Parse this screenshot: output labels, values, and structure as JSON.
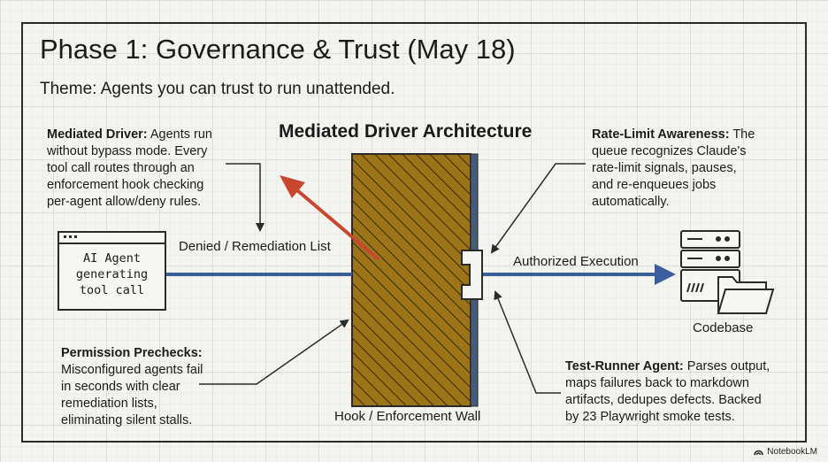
{
  "title": "Phase 1: Governance & Trust (May 18)",
  "theme": "Theme: Agents you can trust to run unattended.",
  "diagram_title": "Mediated Driver Architecture",
  "notes": {
    "mediated_driver": {
      "heading": "Mediated Driver:",
      "lines": [
        "Agents run",
        "without bypass mode. Every",
        "tool call routes through an",
        "enforcement hook checking",
        "per-agent allow/deny rules."
      ]
    },
    "rate_limit": {
      "heading": "Rate-Limit Awareness:",
      "lines": [
        "The",
        "queue recognizes Claude's",
        "rate-limit signals, pauses,",
        "and re-enqueues jobs",
        "automatically."
      ]
    },
    "prechecks": {
      "heading": "Permission Prechecks:",
      "lines": [
        "Misconfigured agents fail",
        "in seconds with clear",
        "remediation lists,",
        "eliminating silent stalls."
      ]
    },
    "test_runner": {
      "heading": "Test-Runner Agent:",
      "lines": [
        "Parses output,",
        "maps failures back to markdown",
        "artifacts, dedupes defects. Backed",
        "by 23 Playwright smoke tests."
      ]
    }
  },
  "agent": {
    "lines": [
      "AI Agent",
      "generating",
      "tool call"
    ]
  },
  "labels": {
    "denied": "Denied / Remediation List",
    "authorized": "Authorized Execution",
    "wall": "Hook / Enforcement Wall",
    "codebase": "Codebase"
  },
  "badge": "NotebookLM",
  "colors": {
    "denied_arrow": "#c9472f",
    "authorized_arrow": "#3a5f9c",
    "wall_fill": "#9c7418",
    "wall_post": "#475a78"
  },
  "icons": [
    "server-icon",
    "folder-icon",
    "notebooklm-icon"
  ]
}
